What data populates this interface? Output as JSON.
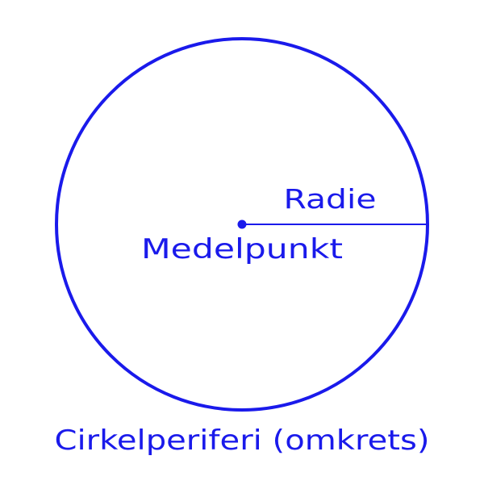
{
  "diagram": {
    "labels": {
      "radius": "Radie",
      "center": "Medelpunkt",
      "circumference": "Cirkelperiferi (omkrets)"
    },
    "colors": {
      "stroke": "#1a1aeb",
      "text": "#1a1aeb",
      "background": "#ffffff"
    }
  }
}
